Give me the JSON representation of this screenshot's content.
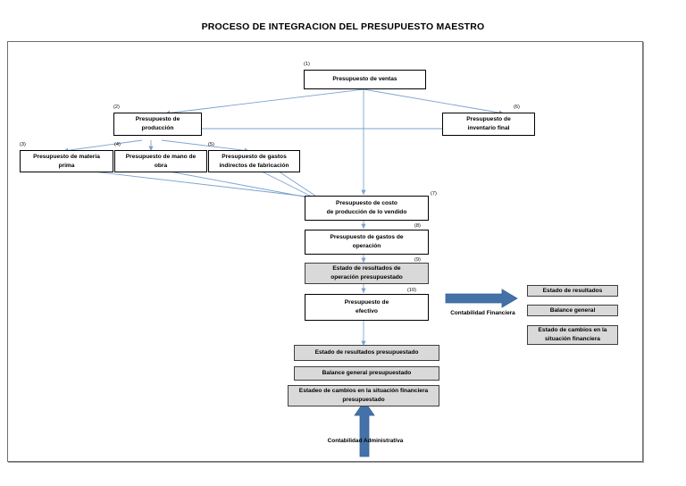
{
  "page": {
    "title": "PROCESO DE INTEGRACION DEL PRESUPUESTO MAESTRO"
  },
  "colors": {
    "connector": "#7ba3d0",
    "block_arrow": "#4472a8",
    "box_fill": "#ffffff",
    "box_fill_gray": "#d9d9d9",
    "box_border": "#000000",
    "frame_border": "#6e6e6e"
  },
  "diagram": {
    "numbers": {
      "n1": "(1)",
      "n2": "(2)",
      "n3": "(3)",
      "n4": "(4)",
      "n5": "(5)",
      "n6": "(6)",
      "n7": "(7)",
      "n8": "(8)",
      "n9": "(9)",
      "n10": "(10)"
    },
    "boxes": {
      "b1": "Presupuesto de ventas",
      "b2": "Presupuesto de\nproducción",
      "b3": "Presupuesto de materia\nprima",
      "b4": "Presupuesto de mano de\nobra",
      "b5": "Presupuesto de gastos\nindirectos de fabricación",
      "b6": "Presupuesto de\ninventario final",
      "b7": "Presupuesto de costo\nde producción de lo vendido",
      "b8": "Presupuesto de gastos de\noperación",
      "b9": "Estado de resultados de\noperación presupuestado",
      "b10": "Presupuesto de\nefectivo"
    },
    "outputs_financial": {
      "o1": "Estado de resultados",
      "o2": "Balance general",
      "o3": "Estado de cambios en la\nsituación financiera"
    },
    "outputs_budgeted": {
      "p1": "Estado de resultados presupuestado",
      "p2": "Balance general presupuestado",
      "p3": "Estadeo de cambios en la situación financiera\npresupuestado"
    },
    "labels": {
      "financial": "Contabilidad Financiera",
      "administrative": "Contabilidad Administrativa"
    }
  }
}
